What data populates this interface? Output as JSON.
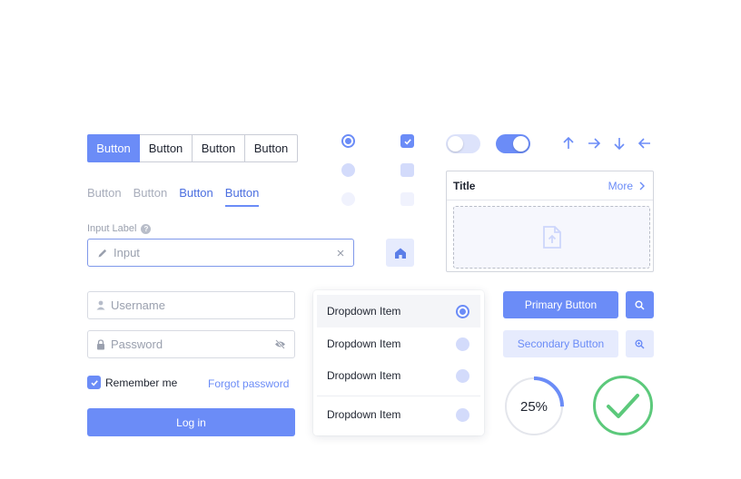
{
  "segmented": {
    "buttons": [
      "Button",
      "Button",
      "Button",
      "Button"
    ],
    "active_index": 0
  },
  "tabs": {
    "items": [
      "Button",
      "Button",
      "Button",
      "Button"
    ],
    "selected_index": 3
  },
  "input": {
    "label": "Input Label",
    "placeholder": "Input"
  },
  "card": {
    "title": "Title",
    "more": "More"
  },
  "login": {
    "username_placeholder": "Username",
    "password_placeholder": "Password",
    "remember_label": "Remember me",
    "remember_checked": true,
    "forgot": "Forgot password",
    "submit": "Log in"
  },
  "dropdown": {
    "items": [
      {
        "label": "Dropdown Item",
        "selected": true
      },
      {
        "label": "Dropdown Item",
        "selected": false
      },
      {
        "label": "Dropdown Item",
        "selected": false
      },
      {
        "label": "Dropdown Item",
        "selected": false
      }
    ]
  },
  "buttons": {
    "primary": "Primary Button",
    "secondary": "Secondary Button"
  },
  "progress": {
    "label": "25%",
    "value": 0.25
  },
  "toggles": [
    {
      "on": false
    },
    {
      "on": true
    }
  ],
  "colors": {
    "accent": "#6b8cf7",
    "accent_light": "#e6ebfd",
    "success": "#5cc97b"
  }
}
